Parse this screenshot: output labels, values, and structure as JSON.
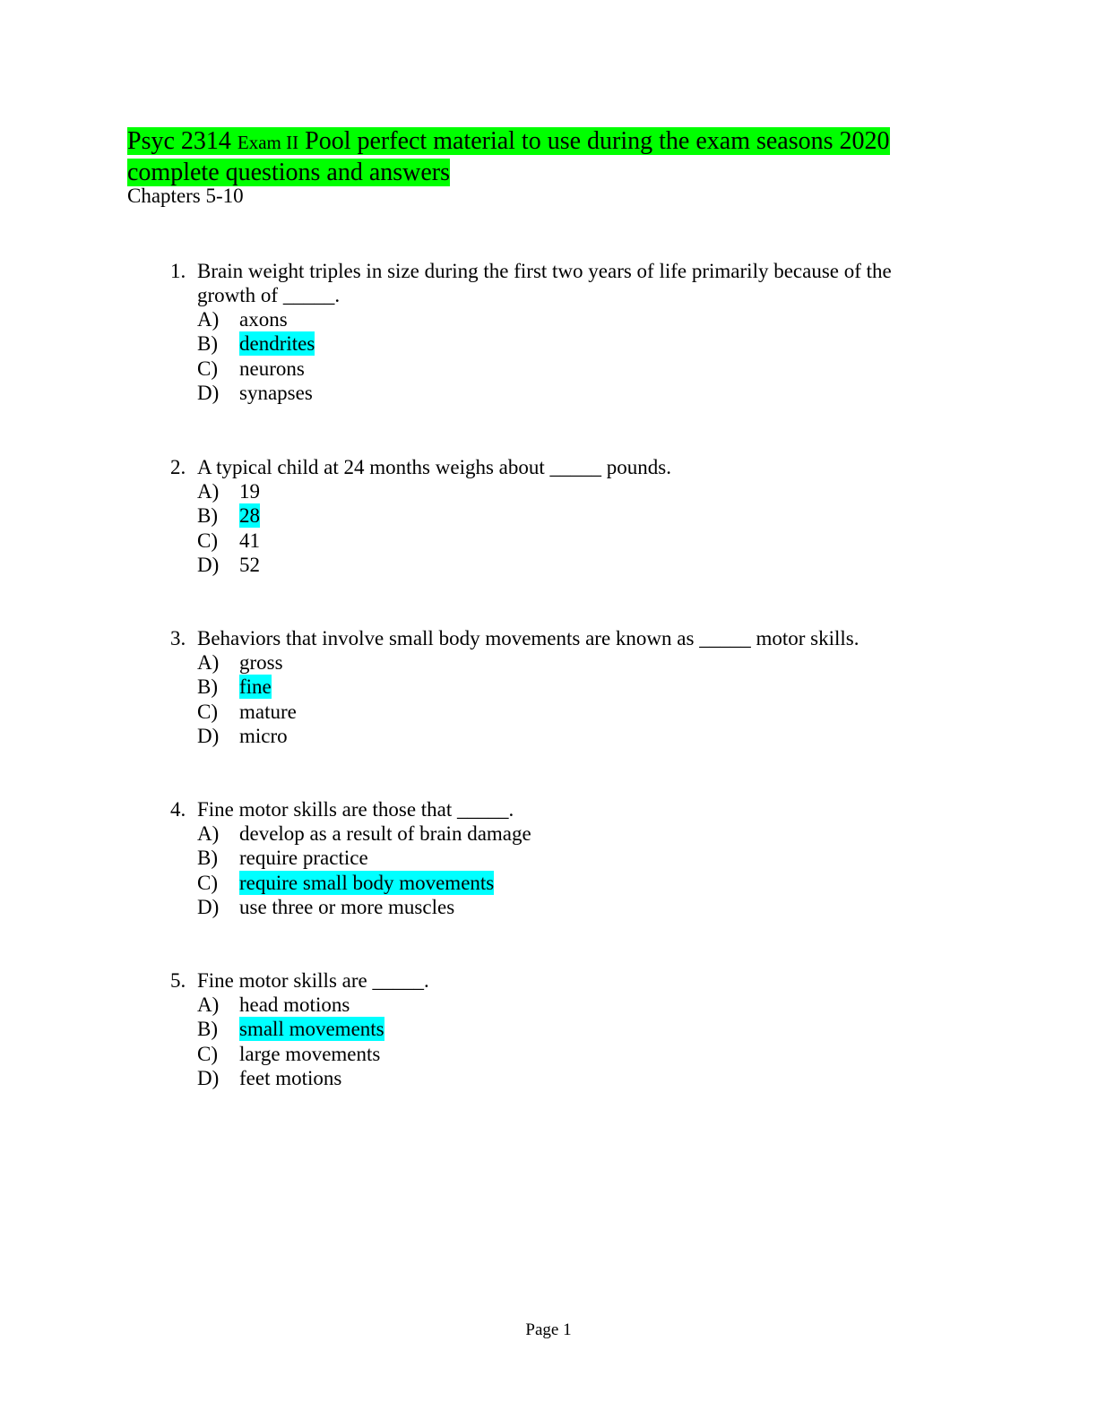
{
  "header": {
    "title_part1": "Psyc 2314 ",
    "title_small": "Exam II",
    "title_part2": " Pool perfect material to use during the exam seasons 2020",
    "title_line2": "complete questions and answers",
    "subtitle": "Chapters 5-10",
    "highlight_color": "#00ff00"
  },
  "answer_highlight_color": "#00ffff",
  "questions": [
    {
      "number": "1.",
      "stem_line1": "Brain weight triples in size during the first two years of life primarily because of the",
      "stem_line2": "growth of _____.",
      "options": [
        {
          "letter": "A)",
          "text": "axons",
          "correct": false
        },
        {
          "letter": "B)",
          "text": "dendrites",
          "correct": true
        },
        {
          "letter": "C)",
          "text": "neurons",
          "correct": false
        },
        {
          "letter": "D)",
          "text": "synapses",
          "correct": false
        }
      ]
    },
    {
      "number": "2.",
      "stem_line1": "A typical child at 24 months weighs about _____ pounds.",
      "options": [
        {
          "letter": "A)",
          "text": "19",
          "correct": false
        },
        {
          "letter": "B)",
          "text": "28",
          "correct": true
        },
        {
          "letter": "C)",
          "text": "41",
          "correct": false
        },
        {
          "letter": "D)",
          "text": "52",
          "correct": false
        }
      ]
    },
    {
      "number": "3.",
      "stem_line1": "Behaviors that involve small body movements are known as _____ motor skills.",
      "options": [
        {
          "letter": "A)",
          "text": "gross",
          "correct": false
        },
        {
          "letter": "B)",
          "text": "fine",
          "correct": true
        },
        {
          "letter": "C)",
          "text": "mature",
          "correct": false
        },
        {
          "letter": "D)",
          "text": "micro",
          "correct": false
        }
      ]
    },
    {
      "number": "4.",
      "stem_line1": "Fine motor skills are those that _____.",
      "options": [
        {
          "letter": "A)",
          "text": "develop as a result of brain damage",
          "correct": false
        },
        {
          "letter": "B)",
          "text": "require practice",
          "correct": false
        },
        {
          "letter": "C)",
          "text": "require small body movements",
          "correct": true
        },
        {
          "letter": "D)",
          "text": "use three or more muscles",
          "correct": false
        }
      ]
    },
    {
      "number": "5.",
      "stem_line1": "Fine motor skills are _____.",
      "options": [
        {
          "letter": "A)",
          "text": "head motions",
          "correct": false
        },
        {
          "letter": "B)",
          "text": "small movements",
          "correct": true
        },
        {
          "letter": "C)",
          "text": "large movements",
          "correct": false
        },
        {
          "letter": "D)",
          "text": "feet motions",
          "correct": false
        }
      ]
    }
  ],
  "footer": {
    "page_label": "Page 1"
  }
}
